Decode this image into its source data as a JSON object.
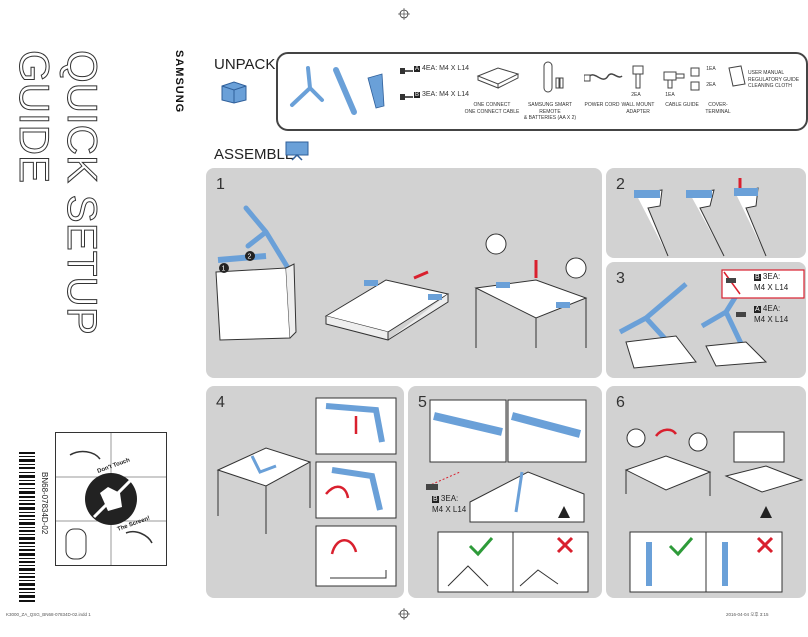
{
  "title": {
    "line1": "QUICK SETUP",
    "line2": "GUIDE"
  },
  "brand": "SAMSUNG",
  "unpack": {
    "heading": "UNPACK",
    "screws_a": "4EA: M4 X L14",
    "screws_b": "3EA: M4 X L14",
    "items": [
      {
        "label1": "ONE CONNECT",
        "label2": "ONE CONNECT CABLE"
      },
      {
        "label1": "SAMSUNG SMART REMOTE",
        "label2": "& BATTERIES (AA X 2)"
      },
      {
        "label1": "POWER CORD",
        "label2": ""
      },
      {
        "label1": "WALL MOUNT",
        "label2": "ADAPTER"
      },
      {
        "label1": "CABLE GUIDE",
        "label2": ""
      },
      {
        "label1": "COVER-",
        "label2": "TERMINAL"
      },
      {
        "label1": "USER MANUAL",
        "label2": "REGULATORY GUIDE",
        "label3": "CLEANING CLOTH"
      }
    ],
    "qty_2ea": "2EA",
    "qty_1ea_a": "1EA",
    "qty_1ea_b": "1EA",
    "qty_2ea_b": "2EA"
  },
  "assemble": {
    "heading": "ASSEMBLE"
  },
  "steps": {
    "s1": "1",
    "s2": "2",
    "s3": "3",
    "s4": "4",
    "s5": "5",
    "s6": "6",
    "s3_callout_b": "3EA:",
    "s3_callout_b2": "M4 X L14",
    "s3_callout_a": "4EA:",
    "s3_callout_a2": "M4 X L14",
    "s5_callout": "3EA:",
    "s5_callout2": "M4 X L14",
    "marker_a": "A",
    "marker_b": "B",
    "n1": "1",
    "n2": "2"
  },
  "warning": {
    "text1": "Don't Touch",
    "text2": "The Screen!"
  },
  "side_code": "BN68-07834D-02",
  "footer": {
    "left": "K3000_ZA_QSG_BN68-07834D-02.indd   1",
    "right": "2016-04-04   오후 3:15"
  },
  "colors": {
    "accent": "#6aa0d8",
    "panel": "#d2d2d2",
    "red": "#d9202e",
    "green": "#2e9b3a"
  }
}
